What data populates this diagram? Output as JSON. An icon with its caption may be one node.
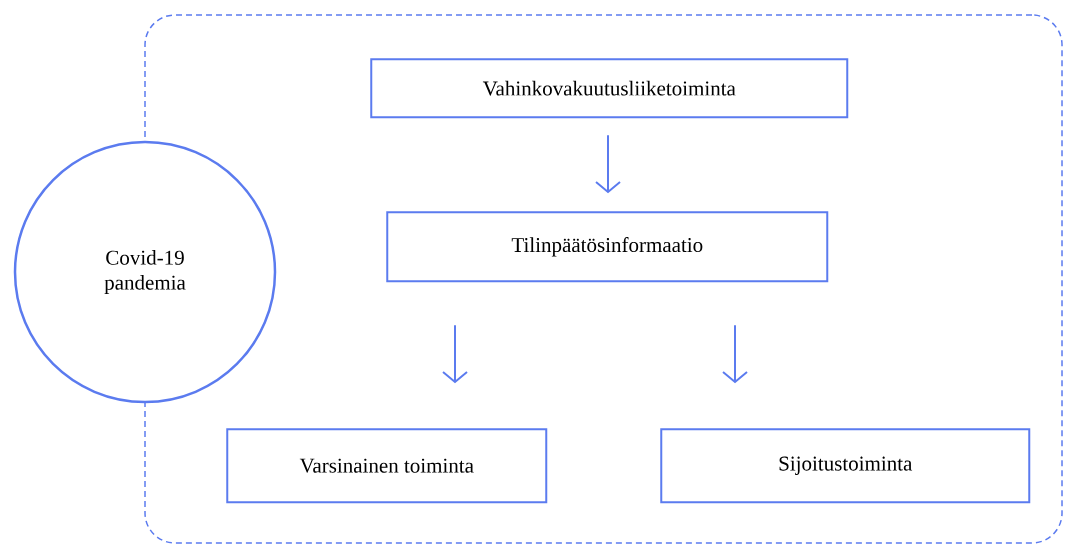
{
  "diagram": {
    "nodes": [
      {
        "text": [],
        "shape": "box"
      },
      {
        "text": [
          "Covid-19 pandemia"
        ]
      },
      {
        "text": [
          "Vahinkovakuutusliiketoiminta"
        ],
        "in": 0
      },
      {
        "text": [
          "Tilinpäätösinformaatio"
        ],
        "in": 0
      },
      {
        "text": [
          "Varsinainen toiminta"
        ],
        "in": 0
      },
      {
        "text": [
          "Sijoitustoiminta"
        ],
        "in": 0
      }
    ],
    "edges": [
      {
        "from": 2,
        "to": 3,
        "arrow": "to"
      },
      {
        "from": 3,
        "to": 4,
        "arrow": "to"
      },
      {
        "from": 3,
        "to": 5,
        "arrow": "to"
      }
    ]
  }
}
